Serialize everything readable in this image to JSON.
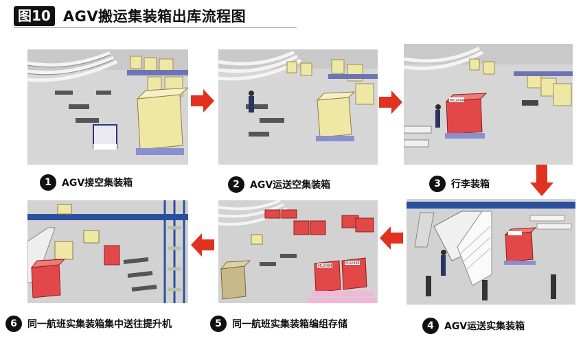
{
  "figure": {
    "badge": "图10",
    "title": "AGV搬运集装箱出库流程图"
  },
  "steps": [
    {
      "num": "1",
      "label": "AGV接空集装箱"
    },
    {
      "num": "2",
      "label": "AGV运送空集装箱"
    },
    {
      "num": "3",
      "label": "行李装箱"
    },
    {
      "num": "4",
      "label": "AGV运送实集装箱"
    },
    {
      "num": "5",
      "label": "同一航班实集装箱编组存储"
    },
    {
      "num": "6",
      "label": "同一航班实集装箱集中送往提升机"
    }
  ],
  "container_tags": {
    "tag_a": "MU2494",
    "tag_b": "MU2496"
  },
  "colors": {
    "arrow": "#e0321e",
    "container_empty": "#efe7a4",
    "container_full": "#e24848",
    "rail_blue": "#2b4f9e"
  }
}
